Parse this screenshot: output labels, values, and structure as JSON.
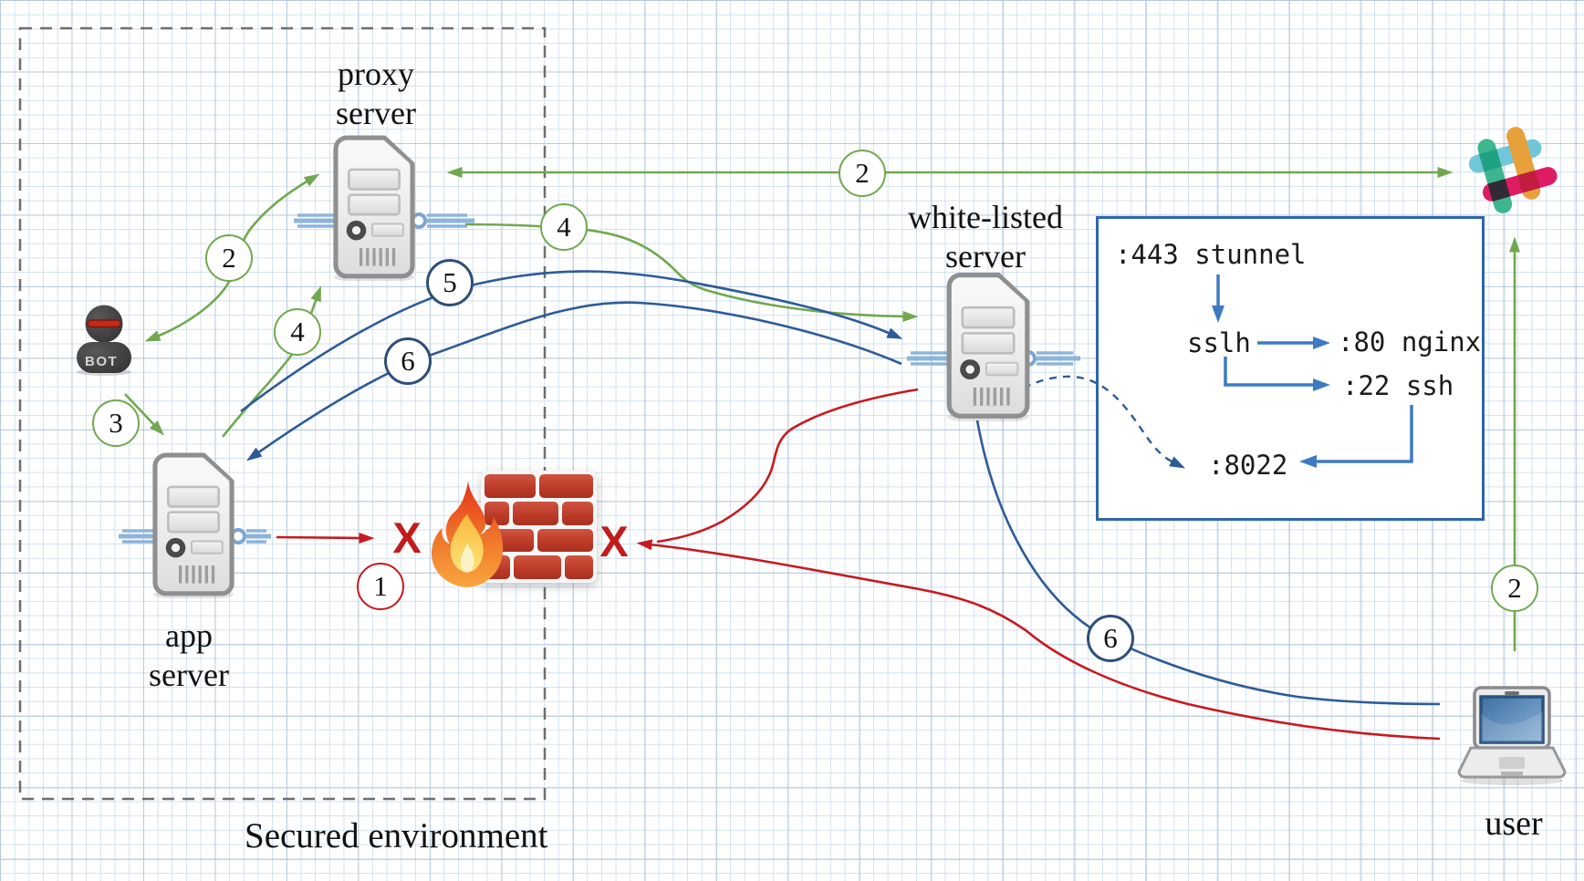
{
  "secured_environment": {
    "label": "Secured environment"
  },
  "nodes": {
    "proxy_server": {
      "label_line1": "proxy",
      "label_line2": "server"
    },
    "app_server": {
      "label_line1": "app",
      "label_line2": "server"
    },
    "whitelisted_server": {
      "label_line1": "white-listed",
      "label_line2": "server"
    },
    "user": {
      "label": "user"
    },
    "bot": {
      "label": "BOT"
    },
    "firewall": {
      "blocked_mark": "X"
    }
  },
  "step_badges": [
    {
      "value": "1",
      "route": "app-to-firewall-blocked",
      "color": "red"
    },
    {
      "value": "2",
      "route": "bot-proxy",
      "color": "green"
    },
    {
      "value": "2",
      "route": "proxy-slack",
      "color": "green"
    },
    {
      "value": "2",
      "route": "user-slack",
      "color": "green"
    },
    {
      "value": "3",
      "route": "bot-to-app-server",
      "color": "green"
    },
    {
      "value": "4",
      "route": "app-to-proxy",
      "color": "green"
    },
    {
      "value": "4",
      "route": "proxy-to-whitelisted",
      "color": "green"
    },
    {
      "value": "5",
      "route": "app-to-whitelisted-tunnel",
      "color": "blue"
    },
    {
      "value": "6",
      "route": "whitelisted-to-app",
      "color": "blue"
    },
    {
      "value": "6",
      "route": "user-to-whitelisted",
      "color": "blue"
    }
  ],
  "inset_panel": {
    "stunnel": ":443 stunnel",
    "sslh": "sslh",
    "nginx": ":80 nginx",
    "ssh": ":22 ssh",
    "port_8022": ":8022"
  },
  "colors": {
    "arrow_green": "#70a84f",
    "arrow_blue": "#2d5b98",
    "arrow_red": "#c8191f",
    "panel_border": "#2e66ad",
    "panel_arrow": "#3c7ac2",
    "dashed_border": "#6e6e6e"
  }
}
